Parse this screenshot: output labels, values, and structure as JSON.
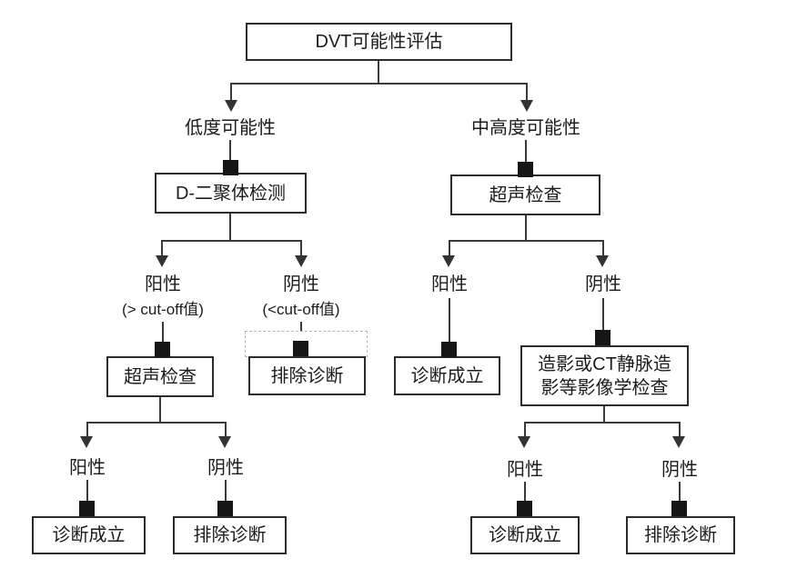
{
  "diagram": {
    "type": "flowchart",
    "language": "zh-CN",
    "topic": "DVT 诊断流程图（深静脉血栓可能性评估）",
    "colors": {
      "background": "#ffffff",
      "line": "#3a3a3a",
      "box_border": "#2b2b2b",
      "text": "#1c1c1c",
      "connector_square": "#161616",
      "dashed_frame": "#b5b5b5"
    },
    "nodes": {
      "root": "DVT可能性评估",
      "low_probability": "低度可能性",
      "mid_high_probability": "中高度可能性",
      "d_dimer_test": "D-二聚体检测",
      "ultrasound_right": "超声检查",
      "positive_cutoff": "阳性",
      "positive_cutoff_note": "(> cut-off值)",
      "negative_cutoff": "阴性",
      "negative_cutoff_note": "(<cut-off值)",
      "ultrasound_left": "超声检查",
      "exclude_after_ddimer": "排除诊断",
      "positive_right": "阳性",
      "negative_right": "阴性",
      "diagnosis_right_mid": "诊断成立",
      "imaging_line1": "造影或CT静脉造",
      "imaging_line2": "影等影像学检查",
      "positive_bottom_left": "阳性",
      "negative_bottom_left": "阴性",
      "diagnosis_bottom_left": "诊断成立",
      "exclude_bottom_left": "排除诊断",
      "positive_bottom_right": "阳性",
      "negative_bottom_right": "阴性",
      "diagnosis_bottom_right": "诊断成立",
      "exclude_bottom_right": "排除诊断"
    },
    "edges": [
      {
        "from": "DVT可能性评估",
        "to": "低度可能性"
      },
      {
        "from": "DVT可能性评估",
        "to": "中高度可能性"
      },
      {
        "from": "低度可能性",
        "to": "D-二聚体检测"
      },
      {
        "from": "中高度可能性",
        "to": "超声检查"
      },
      {
        "from": "D-二聚体检测",
        "to": "阳性 (> cut-off值)"
      },
      {
        "from": "D-二聚体检测",
        "to": "阴性 (<cut-off值)"
      },
      {
        "from": "阳性 (> cut-off值)",
        "to": "超声检查"
      },
      {
        "from": "阴性 (<cut-off值)",
        "to": "排除诊断"
      },
      {
        "from": "超声检查(低度)",
        "to": "阳性→诊断成立"
      },
      {
        "from": "超声检查(低度)",
        "to": "阴性→排除诊断"
      },
      {
        "from": "超声检查(中高度)",
        "to": "阳性→诊断成立"
      },
      {
        "from": "超声检查(中高度)",
        "to": "阴性→造影或CT静脉造影等影像学检查"
      },
      {
        "from": "造影或CT静脉造影等影像学检查",
        "to": "阳性→诊断成立"
      },
      {
        "from": "造影或CT静脉造影等影像学检查",
        "to": "阴性→排除诊断"
      }
    ]
  }
}
